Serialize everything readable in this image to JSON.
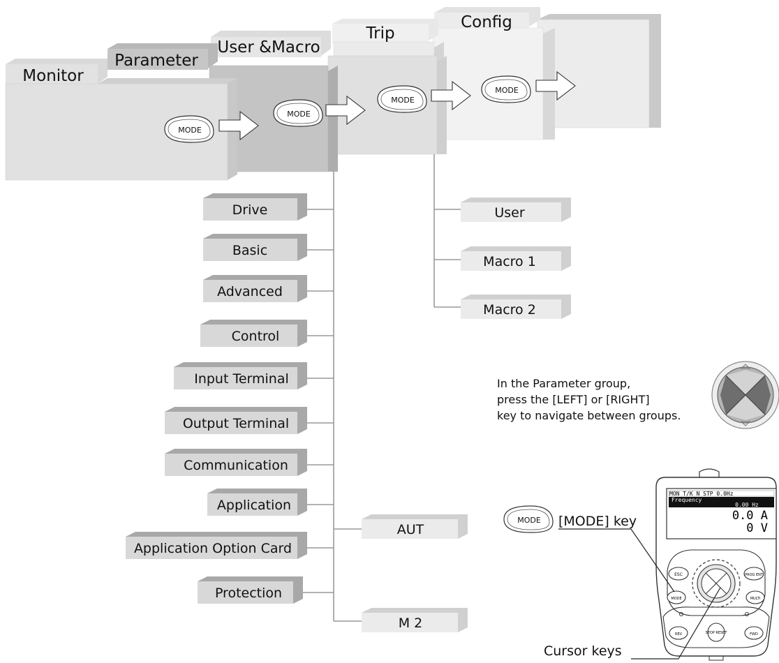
{
  "modes": [
    {
      "id": "config",
      "label": "Config"
    },
    {
      "id": "trip",
      "label": "Trip"
    },
    {
      "id": "user-macro",
      "label": "User &Macro"
    },
    {
      "id": "parameter",
      "label": "Parameter"
    },
    {
      "id": "monitor",
      "label": "Monitor"
    }
  ],
  "mode_key_label": "MODE",
  "parameter_groups": [
    "Drive",
    "Basic",
    "Advanced",
    "Control",
    "Input Terminal",
    "Output Terminal",
    "Communication",
    "Application",
    "Application Option Card",
    "Protection"
  ],
  "user_macro_groups": [
    "User",
    "Macro 1",
    "Macro 2"
  ],
  "extra_groups": [
    "AUT",
    "M 2"
  ],
  "note_lines": [
    "In the Parameter group,",
    "press the  [LEFT] or [RIGHT]",
    "key to navigate between groups."
  ],
  "mode_key_callout": "[MODE] key",
  "cursor_keys_callout": "Cursor keys",
  "keypad": {
    "status_bar": "MON T/K N STP  0.0Hz",
    "line1": "Frequency",
    "line2": "0.00 Hz",
    "line3": "0.0 A",
    "line4": "0 V",
    "buttons": {
      "esc": "ESC",
      "multi": "MULTI",
      "mode": "MODE",
      "prog": "PROG ENT",
      "stop": "STOP RESET",
      "rev": "REV",
      "fwd": "FWD"
    }
  }
}
